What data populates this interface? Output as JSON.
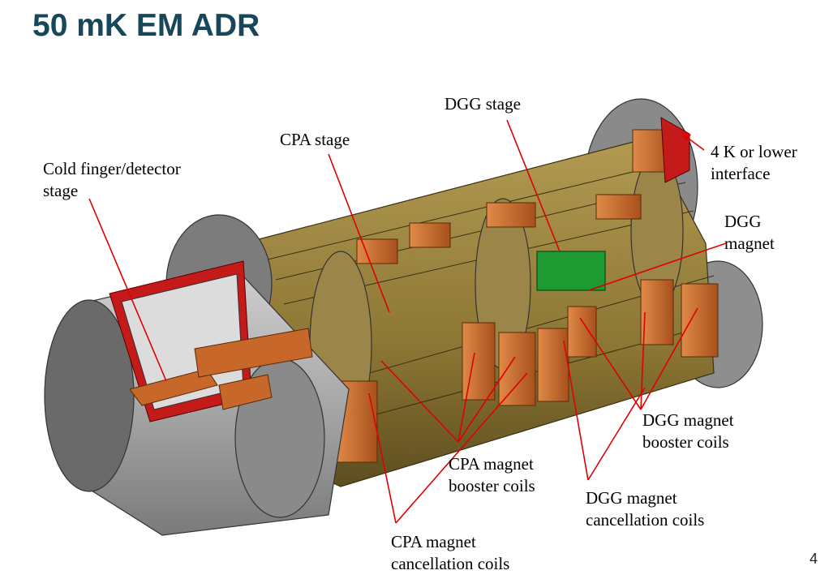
{
  "slide": {
    "title": "50 mK EM ADR",
    "page_number": "4"
  },
  "labels": {
    "cold_finger_line1": "Cold  finger/detector",
    "cold_finger_line2": "stage",
    "cpa_stage": "CPA stage",
    "dgg_stage": "DGG stage",
    "interface_line1": "4  K  or  lower",
    "interface_line2": "interface",
    "dgg_magnet_line1": "DGG",
    "dgg_magnet_line2": "magnet",
    "dgg_booster_line1": "DGG magnet",
    "dgg_booster_line2": "booster coils",
    "cpa_booster_line1": "CPA magnet",
    "cpa_booster_line2": "booster coils",
    "dgg_cancel_line1": "DGG magnet",
    "dgg_cancel_line2": "cancellation coils",
    "cpa_cancel_line1": "CPA magnet",
    "cpa_cancel_line2": "cancellation coils"
  },
  "colors": {
    "title": "#17475a",
    "leader": "#e00000",
    "copper": "#c8672a",
    "brass": "#8f7a3a",
    "shell_gray": "#9a9a9a",
    "red_section": "#c41a1a",
    "dgg_green": "#1e9a32"
  }
}
